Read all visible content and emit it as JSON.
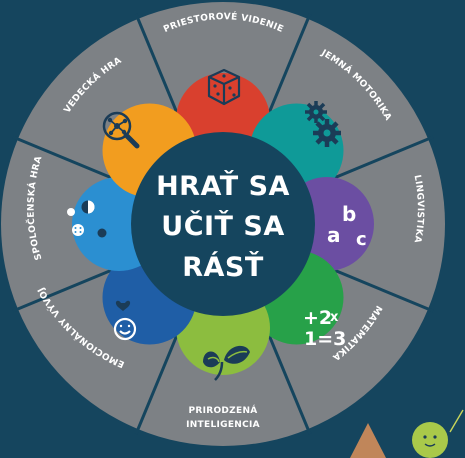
{
  "center": {
    "line1": "HRAŤ SA",
    "line2": "UČIŤ SA",
    "line3": "RÁSŤ"
  },
  "segments": [
    {
      "label": "PRIESTOROVÉ VIDENIE",
      "color": "#d9402e",
      "icon": "dice-icon"
    },
    {
      "label": "JEMNÁ MOTORIKA",
      "color": "#0f9a98",
      "icon": "gears-icon"
    },
    {
      "label": "LINGVISTIKA",
      "color": "#6b4ea2",
      "icon": "abc-letters-icon"
    },
    {
      "label": "MATEMATIKA",
      "color": "#27a149",
      "icon": "math-equation-icon"
    },
    {
      "label": "PRIRODZENÁ",
      "label2": "INTELIGENCIA",
      "color": "#8cbd3f",
      "icon": "leaves-icon"
    },
    {
      "label": "EMOCIONÁLNY VÝVOJ",
      "color": "#1f5ea6",
      "icon": "smiling-face-icon"
    },
    {
      "label": "SPOLOČENSKÁ HRA",
      "color": "#2b8fd1",
      "icon": "social-dots-icon"
    },
    {
      "label": "VEDECKÁ HRA",
      "color": "#f29d1f",
      "icon": "magnifier-molecule-icon"
    }
  ],
  "colors": {
    "background": "#15455e",
    "ring": "#7d8185",
    "divider": "#15455e",
    "center": "#15455e"
  }
}
